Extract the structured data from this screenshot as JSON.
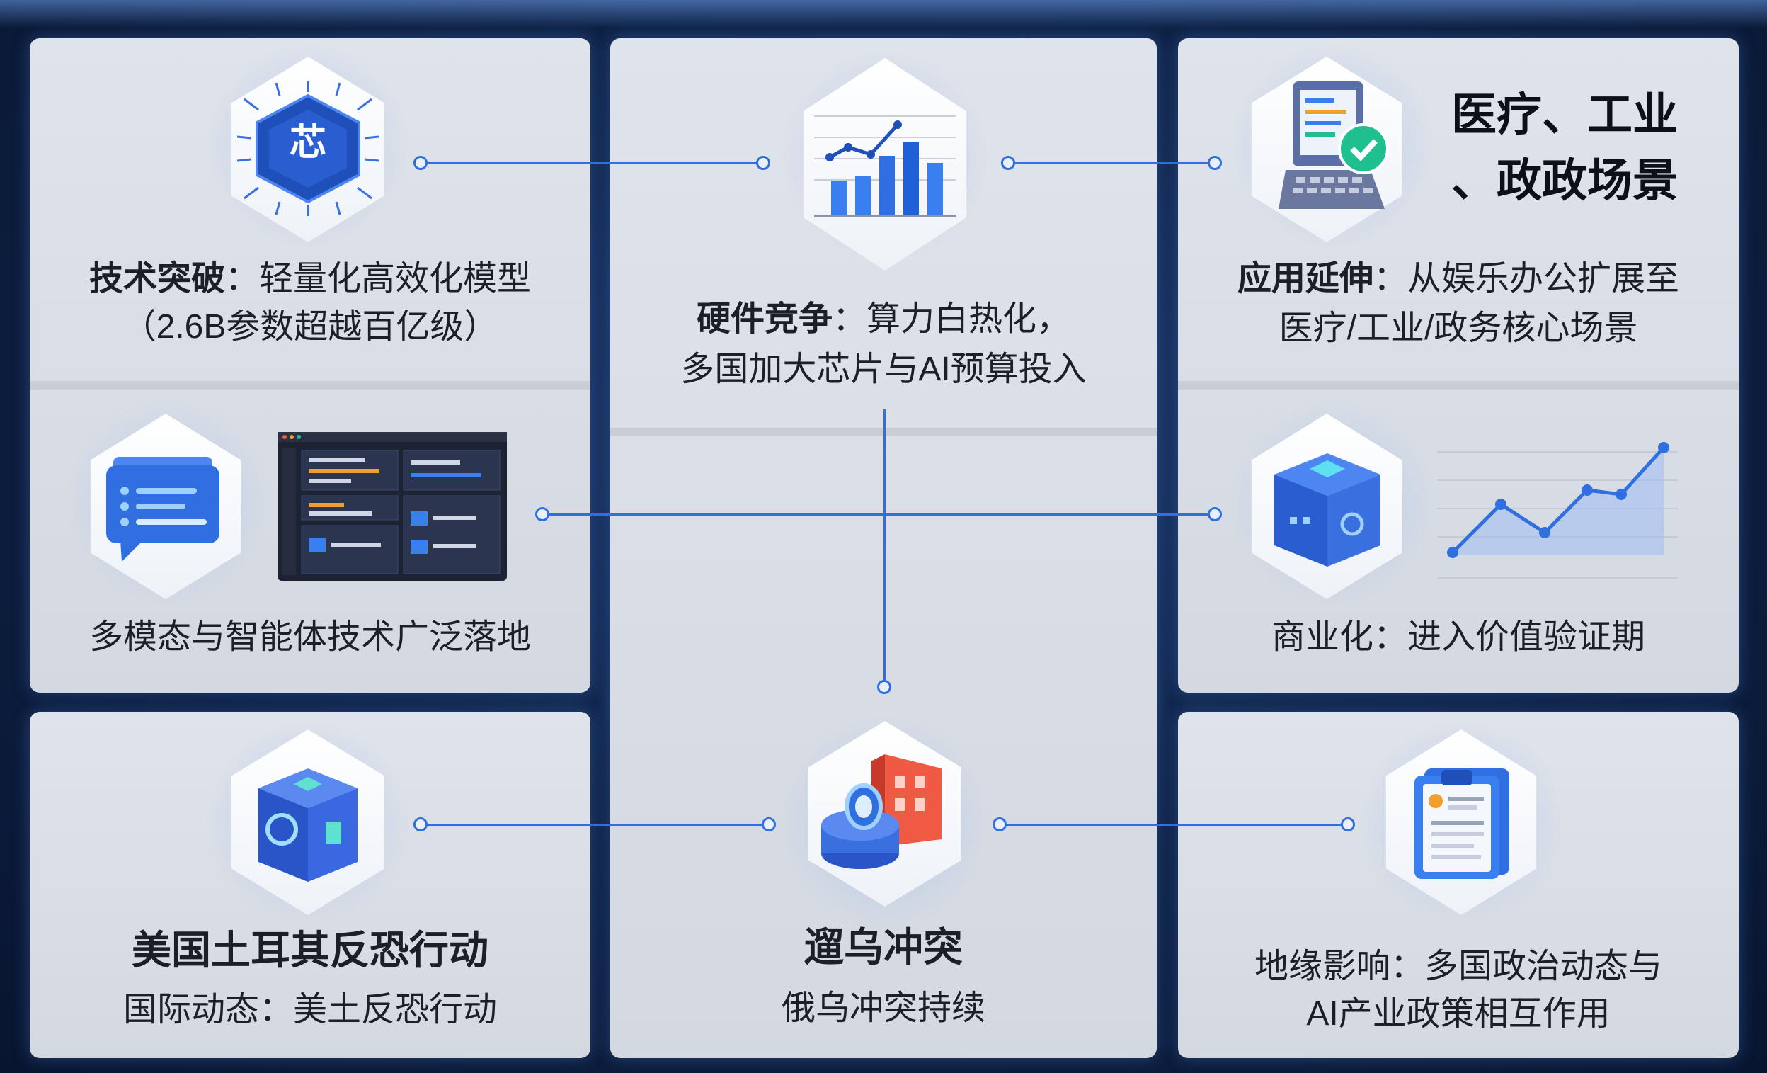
{
  "cards": {
    "tech": {
      "label_bold": "技术突破",
      "label_rest": "：轻量化高效化模型",
      "line2": "（2.6B参数超越百亿级）",
      "chip_text": "芯"
    },
    "hardware": {
      "label_bold": "硬件竞争",
      "label_rest": "：算力白热化，",
      "line2": "多国加大芯片与AI预算投入"
    },
    "application": {
      "heading_line1": "医疗、工业",
      "heading_line2": "、政政场景",
      "label_bold": "应用延伸",
      "label_rest": "：从娱乐办公扩展至",
      "line2": "医疗/工业/政务核心场景"
    },
    "multimodal": {
      "label": "多模态与智能体技术广泛落地"
    },
    "commercial": {
      "label": "商业化：进入价值验证期"
    },
    "us_turkey": {
      "title": "美国土耳其反恐行动",
      "subtitle": "国际动态：美土反恐行动"
    },
    "conflict": {
      "title": "遛乌冲突",
      "subtitle": "俄乌冲突持续"
    },
    "geo": {
      "line1": "地缘影响：多国政治动态与",
      "line2": "AI产业政策相互作用"
    }
  },
  "colors": {
    "accent": "#2f6fe0",
    "panel": "#dde1e8",
    "background": "#0f2347",
    "check_green": "#1fbf8f",
    "alert_red": "#ef5a45"
  },
  "icons": [
    "chip-icon",
    "bar-chart-icon",
    "laptop-check-icon",
    "chat-bubble-icon",
    "dashboard-icon",
    "cube-icon",
    "line-chart-icon",
    "server-box-icon",
    "conflict-icon",
    "clipboard-icon"
  ]
}
